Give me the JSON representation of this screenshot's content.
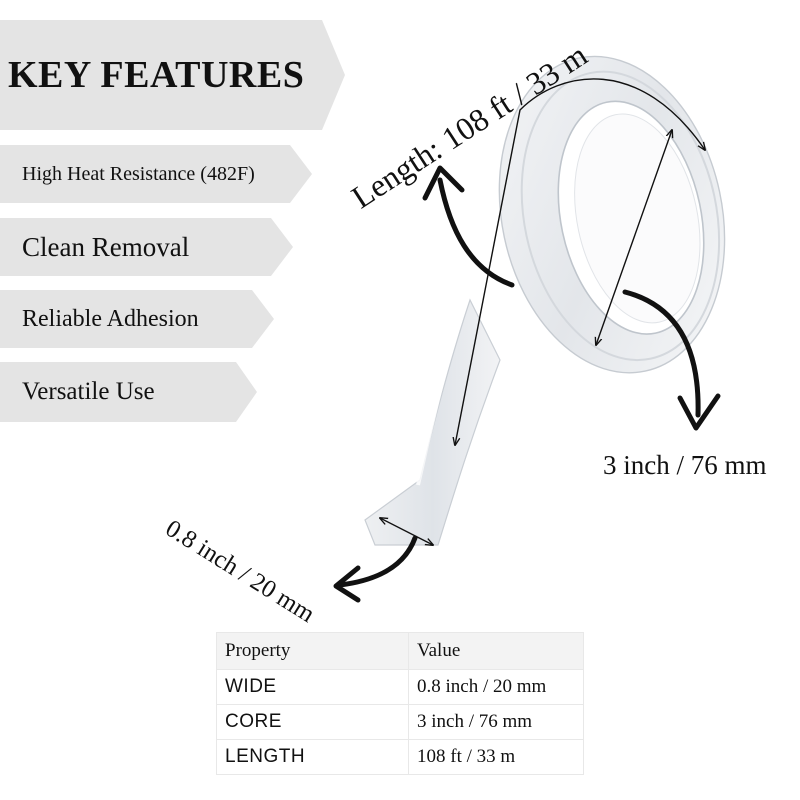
{
  "title": "KEY FEATURES",
  "features": [
    "High Heat Resistance (482F)",
    "Clean Removal",
    "Reliable Adhesion",
    "Versatile Use"
  ],
  "dimensions": {
    "length": "Length: 108 ft / 33 m",
    "core": "3 inch / 76 mm",
    "width": "0.8 inch / 20 mm"
  },
  "table": {
    "headers": [
      "Property",
      "Value"
    ],
    "rows": [
      [
        "WIDE",
        "0.8 inch / 20 mm"
      ],
      [
        "CORE",
        "3 inch / 76 mm"
      ],
      [
        "LENGTH",
        "108 ft / 33 m"
      ]
    ]
  }
}
